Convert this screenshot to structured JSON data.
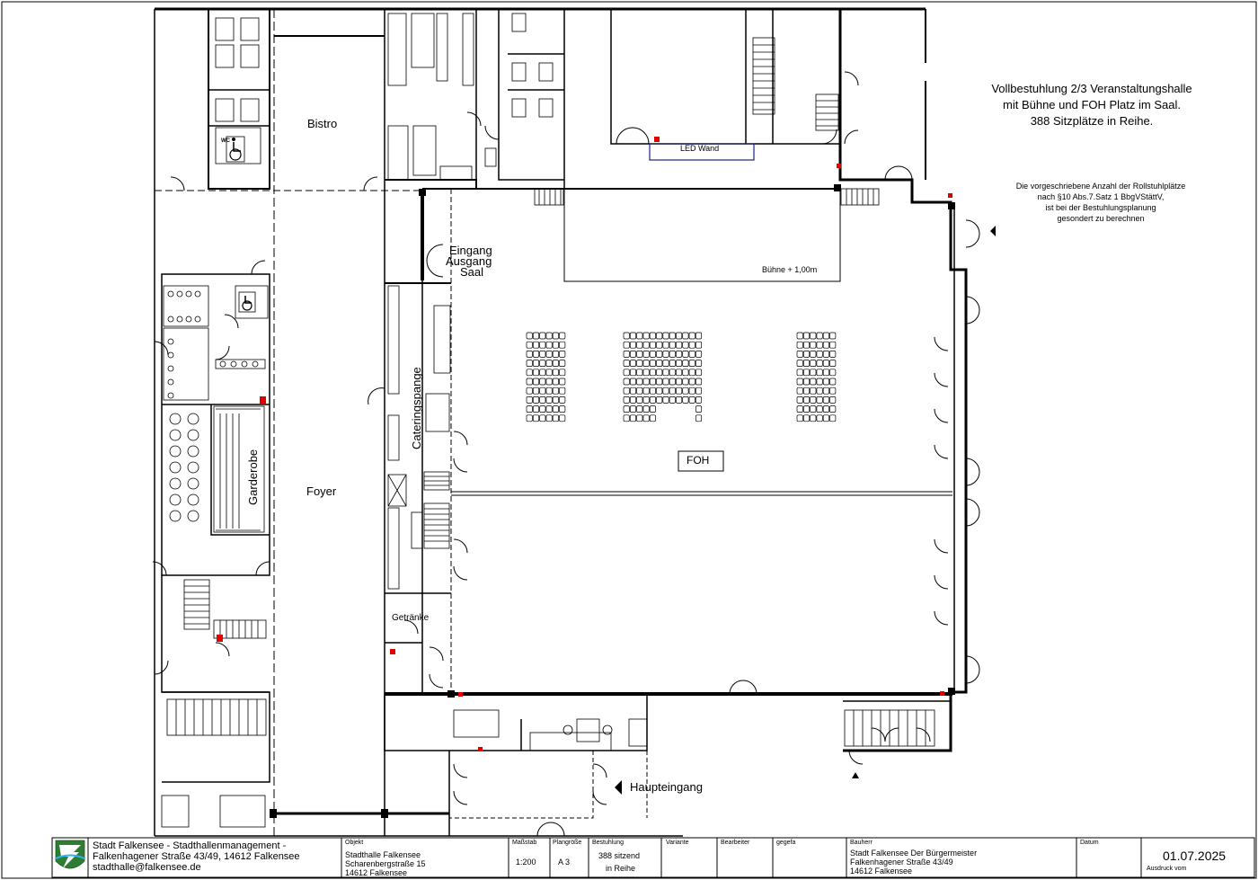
{
  "rooms": {
    "bistro": "Bistro",
    "eingang": "Eingang",
    "ausgang": "Ausgang",
    "saal": "Saal",
    "cateringspange": "Cateringspange",
    "garderobe": "Garderobe",
    "foyer": "Foyer",
    "getraenke": "Getränke",
    "haupteingang": "Haupteingang",
    "led_wand": "LED Wand",
    "buehne": "Bühne + 1,00m",
    "foh": "FOH",
    "wc": "WC"
  },
  "description": {
    "line1": "Vollbestuhlung 2/3 Veranstaltungshalle",
    "line2": "mit Bühne und FOH Platz im Saal.",
    "line3": "388 Sitzplätze in Reihe."
  },
  "wheelchair_note": {
    "line1": "Die vorgeschriebene Anzahl der Rollstuhlplätze",
    "line2": "nach §10 Abs.7.Satz 1 BbgVStättV,",
    "line3": "ist bei der Bestuhlungsplanung",
    "line4": "gesondert zu berechnen"
  },
  "title_block": {
    "org_line1": "Stadt Falkensee - Stadthallenmanagement -",
    "org_line2": "Falkenhagener Straße 43/49, 14612 Falkensee",
    "org_line3": "stadthalle@falkensee.de",
    "objekt_label": "Objekt",
    "objekt_line1": "Stadthalle Falkensee",
    "objekt_line2": "Scharenbergstraße 15",
    "objekt_line3": "14612 Falkensee",
    "massstab_label": "Maßstab",
    "massstab_value": "1:200",
    "plangroesse_label": "Plangröße",
    "plangroesse_value": "A 3",
    "bestuhlung_label": "Bestuhlung",
    "bestuhlung_line1": "388 sitzend",
    "bestuhlung_line2": "in Reihe",
    "variante_label": "Variante",
    "bearbeiter_label": "Bearbeiter",
    "gepr_label": "gegefa",
    "bauherr_label": "Bauherr",
    "bauherr_line1": "Stadt Falkensee Der Bürgermeister",
    "bauherr_line2": "Falkenhagener Straße 43/49",
    "bauherr_line3": "14612 Falkensee",
    "datum_label": "Datum",
    "datum_value": "01.07.2025",
    "ausdruck_label": "Ausdruck vom"
  },
  "seating": {
    "blocks": [
      {
        "name": "left",
        "cols": 6,
        "rows": 10
      },
      {
        "name": "center",
        "cols": 12,
        "rows": 10,
        "foh_gap": true
      },
      {
        "name": "right",
        "cols": 6,
        "rows": 10
      }
    ]
  },
  "colors": {
    "line": "#000000",
    "marker": "#e00000",
    "stage_line": "#1a237e"
  }
}
